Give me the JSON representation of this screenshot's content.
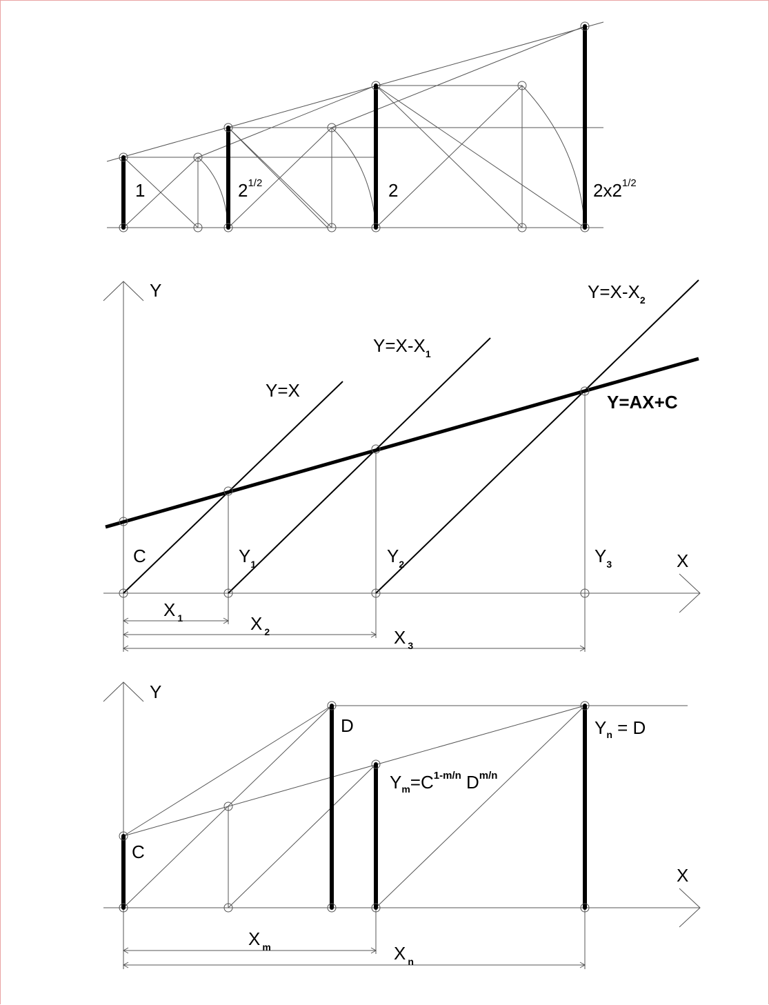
{
  "top": {
    "labels": {
      "one": "1",
      "root2_base": "2",
      "root2_exp": "1/2",
      "two": "2",
      "two_root2_base": "2x2",
      "two_root2_exp": "1/2"
    }
  },
  "middle": {
    "axis_y": "Y",
    "axis_x": "X",
    "line_y_eq_x": "Y=X",
    "line_x1_main": "Y=X-X",
    "line_x1_sub": "1",
    "line_x2_main": "Y=X-X",
    "line_x2_sub": "2",
    "line_axc": "Y=AX+C",
    "c": "C",
    "y1_main": "Y",
    "y1_sub": "1",
    "y2_main": "Y",
    "y2_sub": "2",
    "y3_main": "Y",
    "y3_sub": "3",
    "x1_main": "X",
    "x1_sub": "1",
    "x2_main": "X",
    "x2_sub": "2",
    "x3_main": "X",
    "x3_sub": "3"
  },
  "bottom": {
    "axis_y": "Y",
    "axis_x": "X",
    "c": "C",
    "d": "D",
    "yn_main": "Y",
    "yn_sub": "n",
    "yn_rest": " = D",
    "ym_main": "Y",
    "ym_sub": "m",
    "ym_eq": "=C",
    "ym_exp1": "1-m/n",
    "ym_d": " D",
    "ym_exp2": "m/n",
    "xm_main": "X",
    "xm_sub": "m",
    "xn_main": "X",
    "xn_sub": "n"
  }
}
